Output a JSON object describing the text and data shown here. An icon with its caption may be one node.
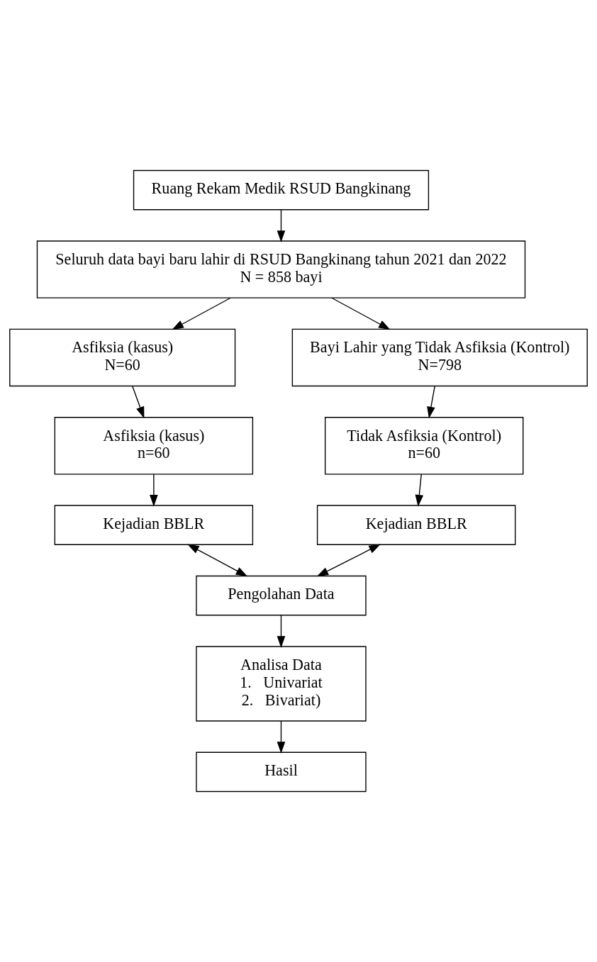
{
  "diagram": {
    "nodes": [
      {
        "text": [
          "Ruang Rekam Medik RSUD Bangkinang"
        ]
      },
      {
        "text": [
          "Seluruh data bayi baru lahir di RSUD Bangkinang tahun 2021 dan 2022",
          "N = 858 bayi"
        ]
      },
      {
        "text": [
          "Asfiksia (kasus)",
          "N=60"
        ]
      },
      {
        "text": [
          "Bayi Lahir yang Tidak Asfiksia (Kontrol)",
          "N=798"
        ]
      },
      {
        "text": [
          "Asfiksia (kasus)",
          "n=60"
        ]
      },
      {
        "text": [
          "Tidak Asfiksia (Kontrol)",
          "n=60"
        ]
      },
      {
        "text": [
          "Kejadian BBLR"
        ]
      },
      {
        "text": [
          "Kejadian BBLR"
        ]
      },
      {
        "text": [
          "Pengolahan Data"
        ]
      },
      {
        "text": [
          "Analisa Data",
          "1.   Univariat",
          "2.   Bivariat)"
        ]
      },
      {
        "text": [
          "Hasil"
        ]
      }
    ],
    "edges": [
      {
        "from": 0,
        "to": 1,
        "arrow": "to"
      },
      {
        "from": 1,
        "to": 2,
        "arrow": "to"
      },
      {
        "from": 1,
        "to": 3,
        "arrow": "to"
      },
      {
        "from": 2,
        "to": 4,
        "arrow": "to"
      },
      {
        "from": 3,
        "to": 5,
        "arrow": "to"
      },
      {
        "from": 4,
        "to": 6,
        "arrow": "to"
      },
      {
        "from": 5,
        "to": 7,
        "arrow": "to"
      },
      {
        "from": 6,
        "to": 8,
        "arrow": "both"
      },
      {
        "from": 7,
        "to": 8,
        "arrow": "both"
      },
      {
        "from": 8,
        "to": 9,
        "arrow": "to"
      },
      {
        "from": 9,
        "to": 10,
        "arrow": "to"
      }
    ]
  }
}
